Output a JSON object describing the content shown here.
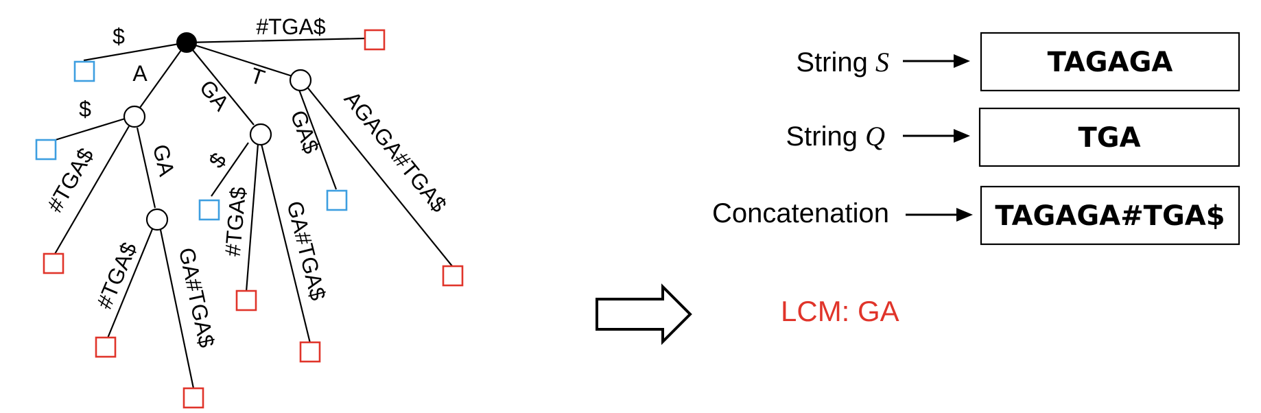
{
  "tree": {
    "edge_labels": {
      "root_dollar": "$",
      "root_tga": "#TGA$",
      "root_a": "A",
      "root_ga": "GA",
      "root_t": "T",
      "a_dollar": "$",
      "a_tga": "#TGA$",
      "a_ga": "GA",
      "aga_tga": "#TGA$",
      "aga_gatga": "GA#TGA$",
      "ga_dollar": "$",
      "ga_tga": "#TGA$",
      "ga_gatga": "GA#TGA$",
      "t_gadollar": "GA$",
      "t_agaga": "AGAGA#TGA$"
    }
  },
  "panel": {
    "string_s_prefix": "String ",
    "string_s_var": "S",
    "string_s_value": "TAGAGA",
    "string_q_prefix": "String ",
    "string_q_var": "Q",
    "string_q_value": "TGA",
    "concat_label": "Concatenation",
    "concat_value": "TAGAGA#TGA$"
  },
  "result": {
    "lcm_text": "LCM: GA"
  },
  "colors": {
    "leaf_blue": "#3d9ee0",
    "leaf_red": "#e0342a",
    "result_red": "#e0342a"
  }
}
